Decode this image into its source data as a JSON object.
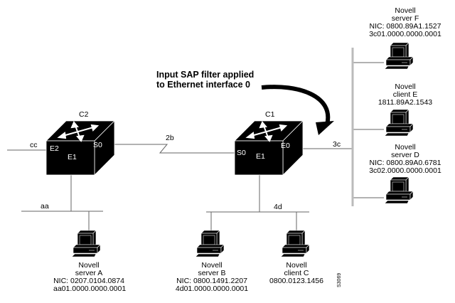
{
  "callout": {
    "line1": "Input SAP filter applied",
    "line2": "to Ethernet interface 0"
  },
  "routers": [
    {
      "name": "C2",
      "interfaces": {
        "left": "E2",
        "bottom": "E1",
        "right": "S0"
      }
    },
    {
      "name": "C1",
      "interfaces": {
        "left": "S0",
        "bottom": "E1",
        "right": "E0"
      }
    }
  ],
  "segments": {
    "cc": "cc",
    "aa": "aa",
    "serial": "2b",
    "d4": "4d",
    "c3": "3c"
  },
  "nodes": {
    "server_a": {
      "line1": "Novell",
      "line2": "server A",
      "nic": "NIC: 0207.0104.0874",
      "addr": "aa01.0000.0000.0001"
    },
    "server_b": {
      "line1": "Novell",
      "line2": "server B",
      "nic": "NIC: 0800.1491.2207",
      "addr": "4d01.0000.0000.0001"
    },
    "client_c": {
      "line1": "Novell",
      "line2": "client C",
      "nic": "0800.0123.1456"
    },
    "server_d": {
      "line1": "Novell",
      "line2": "server D",
      "nic": "NIC: 0800.89A0.6781",
      "addr": "3c02.0000.0000.0001"
    },
    "client_e": {
      "line1": "Novell",
      "line2": "client E",
      "nic": "1811.89A2.1543"
    },
    "server_f": {
      "line1": "Novell",
      "line2": "server F",
      "nic": "NIC: 0800.89A1.1527",
      "addr": "3c01.0000.0000.0001"
    }
  },
  "figure_id": "S3069"
}
